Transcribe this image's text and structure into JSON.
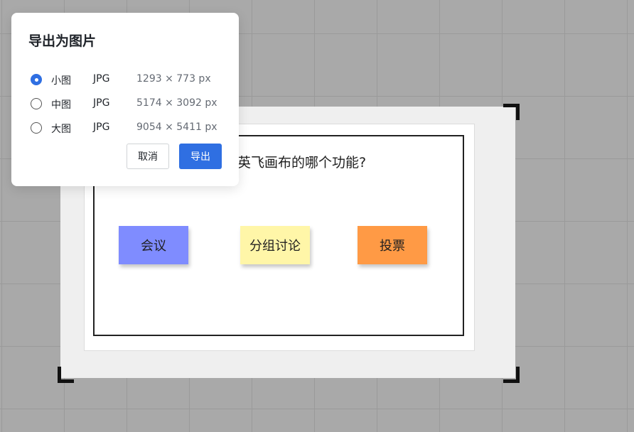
{
  "dialog": {
    "title": "导出为图片",
    "options": [
      {
        "size": "小图",
        "format": "JPG",
        "dimensions": "1293 × 773 px",
        "selected": true
      },
      {
        "size": "中图",
        "format": "JPG",
        "dimensions": "5174 × 3092 px",
        "selected": false
      },
      {
        "size": "大图",
        "format": "JPG",
        "dimensions": "9054 × 5411 px",
        "selected": false
      }
    ],
    "cancel_label": "取消",
    "export_label": "导出"
  },
  "board": {
    "question": "英飞画布的哪个功能?",
    "stickies": [
      {
        "label": "会议",
        "color": "#7f8cff"
      },
      {
        "label": "分组讨论",
        "color": "#fff6a8"
      },
      {
        "label": "投票",
        "color": "#ff9a45"
      }
    ]
  },
  "colors": {
    "accent": "#2f6fe2",
    "canvas_background": "#a9a9a9",
    "export_area": "#efefef"
  }
}
